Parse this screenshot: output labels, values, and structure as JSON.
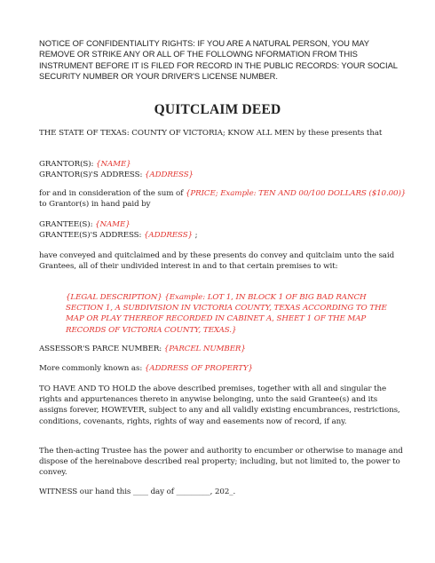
{
  "notice": "NOTICE OF CONFIDENTIALITY RIGHTS: IF YOU ARE A NATURAL PERSON, YOU MAY REMOVE OR STRIKE ANY OR ALL OF THE FOLLOWNG NFORMATION FROM THIS INSTRUMENT BEFORE IT IS FILED FOR RECORD IN THE PUBLIC RECORDS: YOUR SOCIAL SECURITY NUMBER OR YOUR DRIVER'S LICENSE NUMBER.",
  "title": "QUITCLAIM DEED",
  "state_line": "THE STATE OF TEXAS: COUNTY OF VICTORIA;  KNOW ALL MEN by these presents that",
  "grantor": {
    "label": "GRANTOR(S): ",
    "name_placeholder": "{NAME}",
    "address_label": "GRANTOR(S)'S ADDRESS: ",
    "address_placeholder": "{ADDRESS}"
  },
  "consideration": {
    "before": "for and in consideration of the sum of ",
    "price_placeholder": "{PRICE; Example:  TEN AND 00/100 DOLLARS ($10.00)}",
    "after": " to Grantor(s) in hand paid by"
  },
  "grantee": {
    "label": "GRANTEE(S): ",
    "name_placeholder": "{NAME}",
    "address_label": "GRANTEE(S)'S ADDRESS: ",
    "address_placeholder": "{ADDRESS}",
    "address_suffix": " ;"
  },
  "conveyance": "have conveyed and quitclaimed and by these presents do convey and quitclaim unto the said Grantees, all of their undivided interest in and to that certain premises to wit:",
  "legal_description": "{LEGAL DESCRIPTION} {Example:  LOT 1, IN BLOCK 1 OF BIG BAD RANCH SECTION 1, A SUBDIVISION IN VICTORIA COUNTY, TEXAS ACCORDING TO THE MAP OR PLAY THEREOF RECORDED IN CABINET A, SHEET 1 OF THE MAP RECORDS OF VICTORIA COUNTY, TEXAS.}",
  "parcel": {
    "label": "ASSESSOR'S PARCE NUMBER: ",
    "placeholder": "{PARCEL NUMBER}"
  },
  "known_as": {
    "label": "More commonly known as: ",
    "placeholder": "{ADDRESS OF PROPERTY}"
  },
  "habendum": "TO HAVE AND TO HOLD the above described premises, together with all and singular the rights and appurtenances thereto in anywise belonging, unto the said Grantee(s) and its assigns forever, HOWEVER, subject to any and all validly existing encumbrances, restrictions, conditions, covenants, rights, rights of way and easements now of record, if any.",
  "trustee": "The then-acting Trustee has the power and authority to encumber or otherwise to manage and dispose of the hereinabove described real property; including, but not limited to, the power to convey.",
  "witness": "WITNESS our hand this ____ day of _________, 202_."
}
